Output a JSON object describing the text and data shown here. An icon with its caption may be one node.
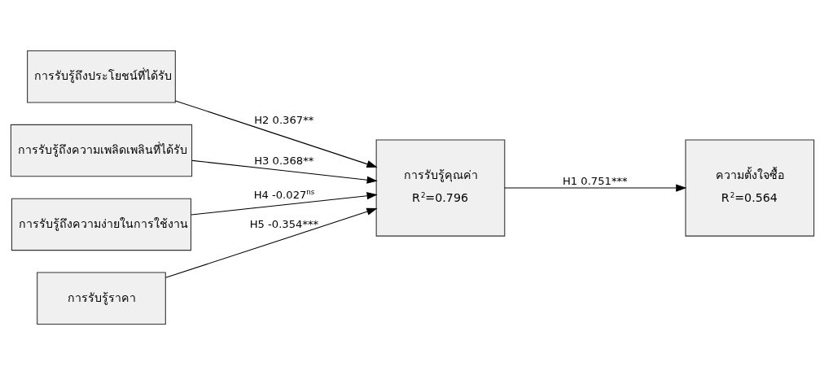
{
  "diagram": {
    "nodes": [
      {
        "text": [
          "การรับรู้ถึงประโยชน์ที่ได้รับ"
        ]
      },
      {
        "text": [
          "การรับรู้ถึงความเพลิดเพลินที่ได้รับ"
        ]
      },
      {
        "text": [
          "การรับรู้ถึงความง่ายในการใช้งาน"
        ]
      },
      {
        "text": [
          "การรับรู้ราคา"
        ]
      },
      {
        "text": [
          "การรับรู้คุณค่า",
          "R$^{2}$=0.796"
        ]
      },
      {
        "text": [
          "ความตั้งใจซื้อ",
          "R$^{2}$=0.564"
        ]
      }
    ],
    "edges": [
      {
        "from": 0,
        "to": 4,
        "arrow": "to",
        "label": "H2 0.367**"
      },
      {
        "from": 1,
        "to": 4,
        "arrow": "to",
        "label": "H3 0.368**"
      },
      {
        "from": 2,
        "to": 4,
        "arrow": "to",
        "label": "H4 -0.027$^{ns}$"
      },
      {
        "from": 3,
        "to": 4,
        "arrow": "to",
        "label": "H5 -0.354***"
      },
      {
        "from": 4,
        "to": 5,
        "arrow": "to",
        "label": "H1 0.751***"
      }
    ]
  }
}
